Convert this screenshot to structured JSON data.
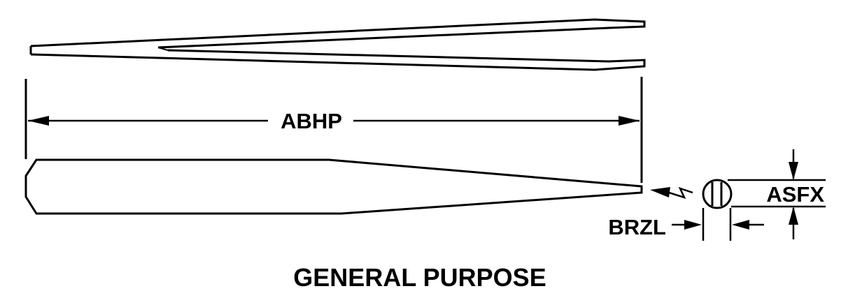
{
  "diagram": {
    "caption": "GENERAL PURPOSE",
    "dimensions": {
      "length": "ABHP",
      "tip_thickness": "BRZL",
      "tip_width": "ASFX"
    }
  }
}
